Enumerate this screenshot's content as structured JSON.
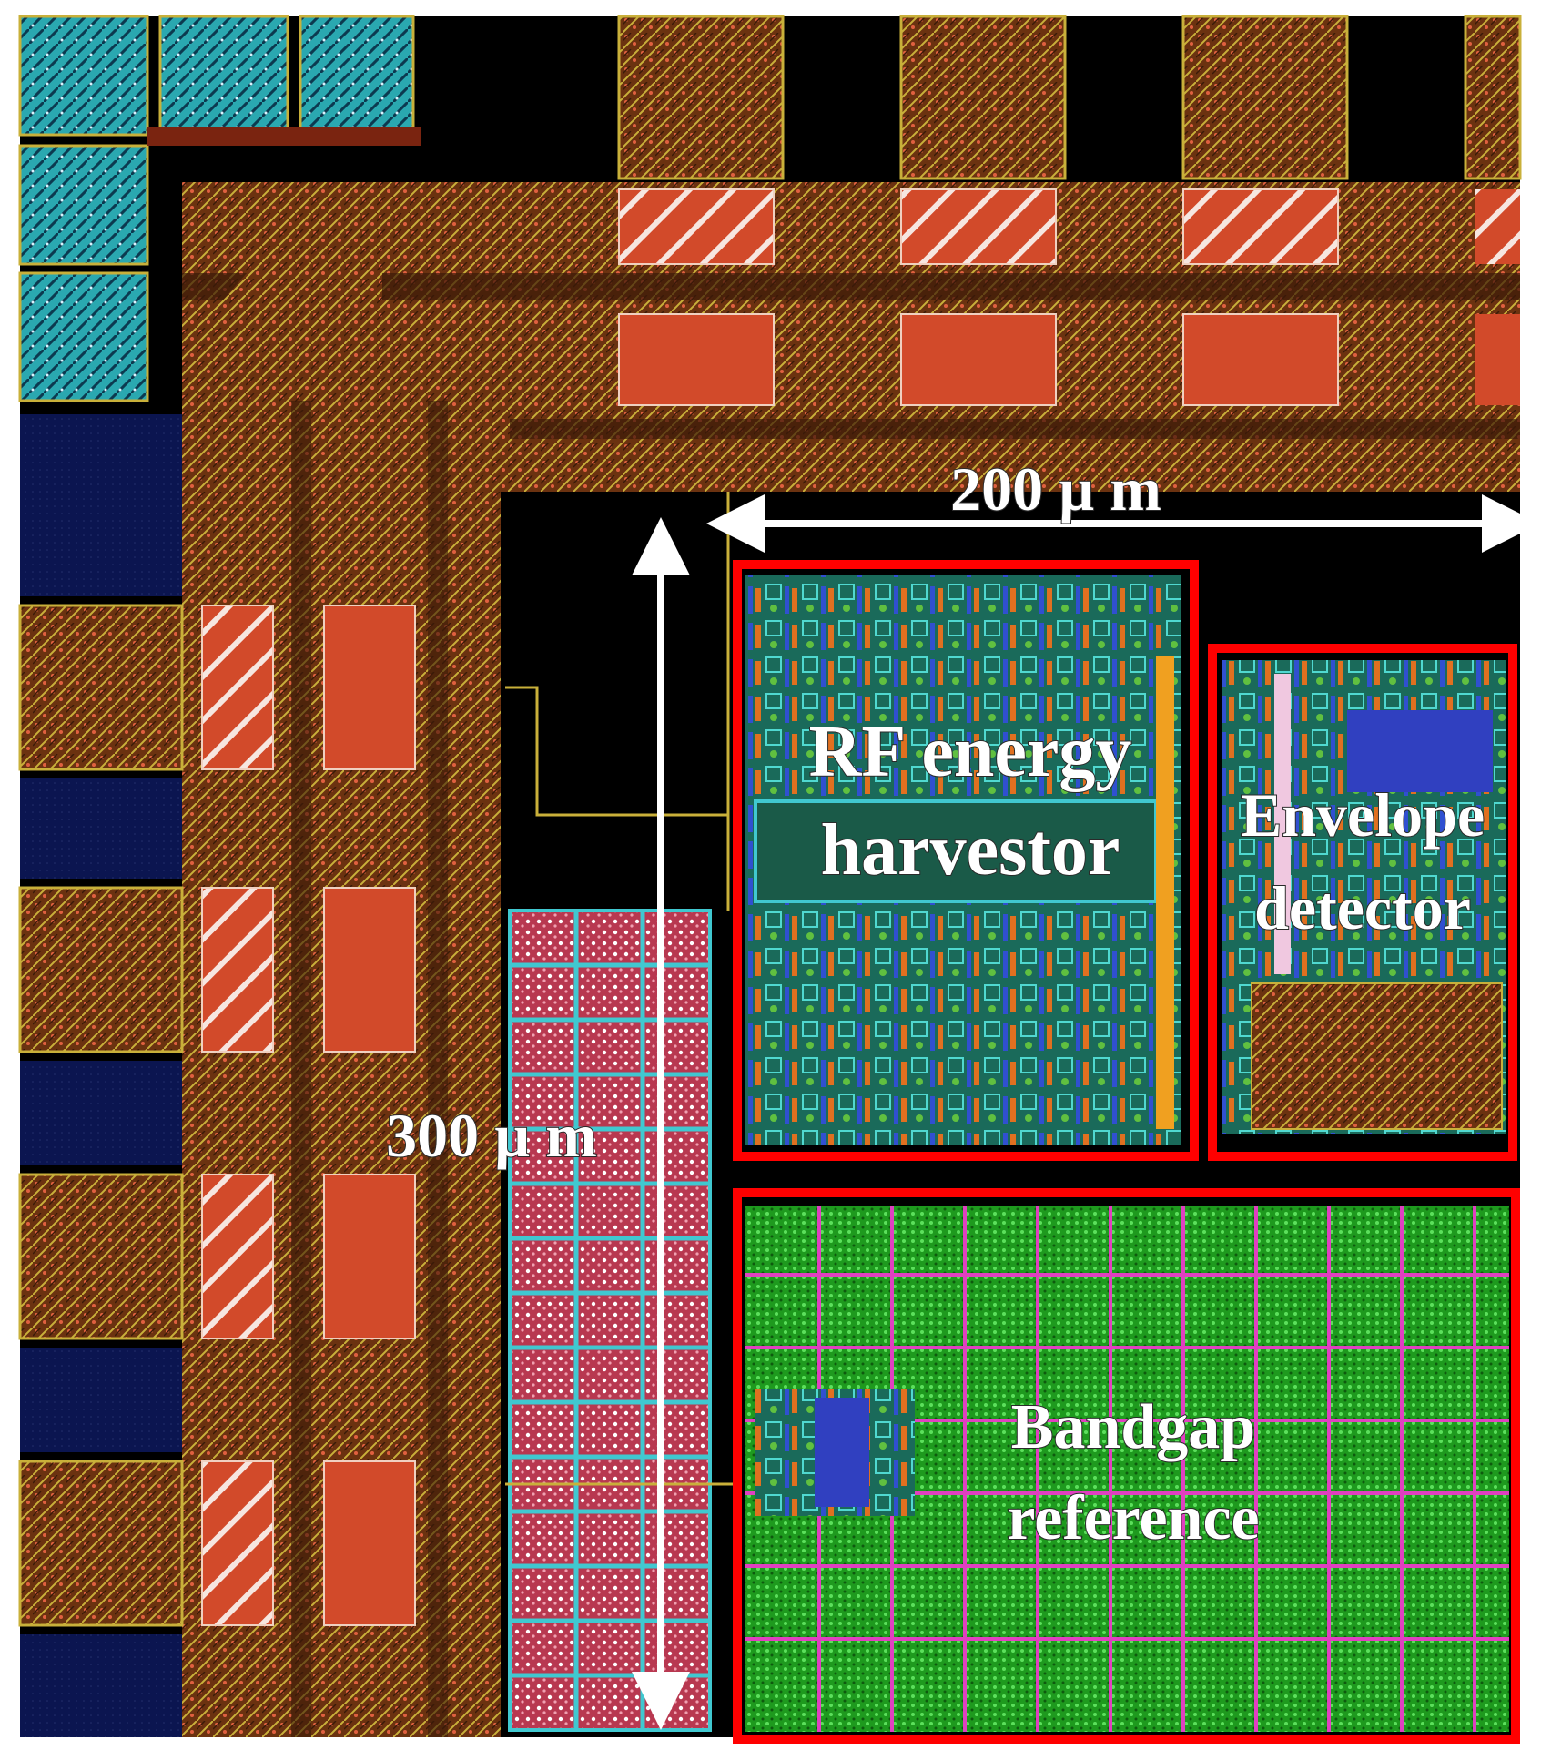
{
  "labels": {
    "rf_line1": "RF energy",
    "rf_line2": "harvestor",
    "env_line1": "Envelope",
    "env_line2": "detector",
    "bg_line1": "Bandgap",
    "bg_line2": "reference"
  },
  "dimensions": {
    "width_label": "200 µ m",
    "height_label": "300 µ m"
  },
  "colors": {
    "background": "#000000",
    "highlight_box": "#ff0000",
    "metal_brown": "#7a3b12",
    "metal_red": "#d24a2a",
    "metal_yellow": "#c9b03a",
    "cyan_cells": "#36c8c8",
    "navy_pad": "#0b1550",
    "green_cells": "#1ea81e",
    "grid_pink": "#e040c0",
    "arrow": "#ffffff"
  }
}
